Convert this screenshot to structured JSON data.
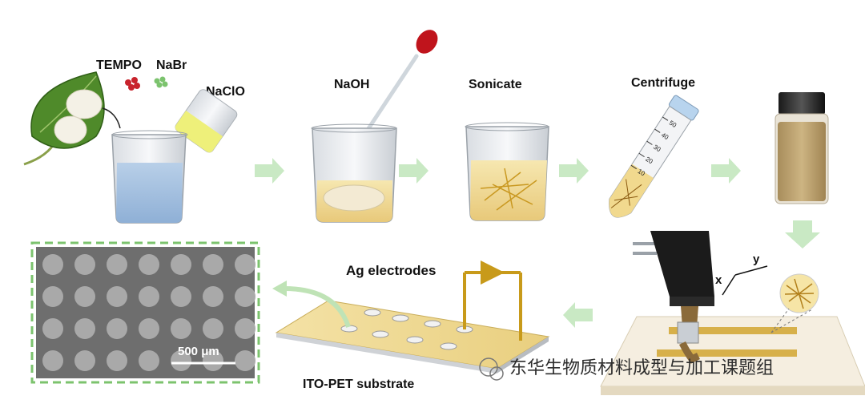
{
  "labels": {
    "tempo": "TEMPO",
    "nabr": "NaBr",
    "naclo": "NaClO",
    "naoh": "NaOH",
    "sonicate": "Sonicate",
    "centrifuge": "Centrifuge",
    "axis_x": "x",
    "axis_y": "y",
    "ag_electrodes": "Ag electrodes",
    "ito_pet": "ITO-PET substrate",
    "scale_bar": "500 μm"
  },
  "tube_ticks": [
    "50",
    "40",
    "30",
    "20",
    "10"
  ],
  "watermark": "东华生物质材料成型与加工课题组",
  "colors": {
    "arrow": "#c9e9c4",
    "sem_border": "#7cc36e",
    "electrode_gold": "#b8860b",
    "pipette_red": "#c0141c"
  }
}
